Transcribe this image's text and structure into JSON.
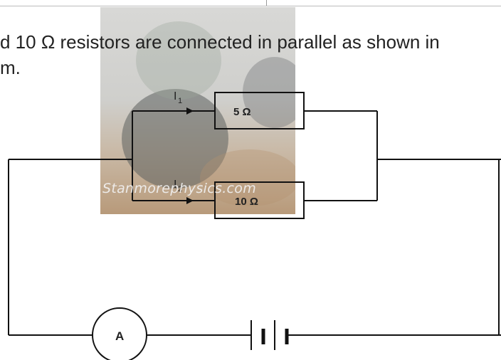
{
  "question": {
    "line1": "d 10 Ω resistors are connected in parallel as shown in",
    "line2": "m."
  },
  "diagram": {
    "resistor_top_label": "5 Ω",
    "resistor_bottom_label": "10 Ω",
    "current_top_label": "I",
    "current_top_sub": "1",
    "current_bottom_label": "I",
    "current_bottom_sub": "2",
    "ammeter_label": "A"
  },
  "watermark": "Stanmorephysics.com"
}
